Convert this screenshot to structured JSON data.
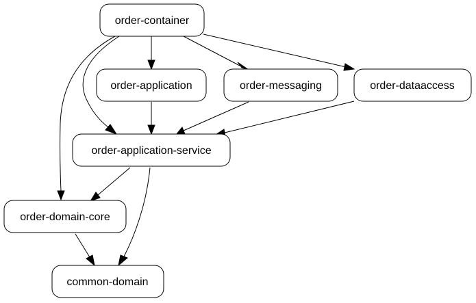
{
  "nodes": {
    "order_container": "order-container",
    "order_application": "order-application",
    "order_messaging": "order-messaging",
    "order_dataaccess": "order-dataaccess",
    "order_application_service": "order-application-service",
    "order_domain_core": "order-domain-core",
    "common_domain": "common-domain"
  },
  "edges": [
    {
      "from": "order-container",
      "to": "order-application"
    },
    {
      "from": "order-container",
      "to": "order-messaging"
    },
    {
      "from": "order-container",
      "to": "order-dataaccess"
    },
    {
      "from": "order-container",
      "to": "order-application-service"
    },
    {
      "from": "order-container",
      "to": "order-domain-core"
    },
    {
      "from": "order-application",
      "to": "order-application-service"
    },
    {
      "from": "order-messaging",
      "to": "order-application-service"
    },
    {
      "from": "order-dataaccess",
      "to": "order-application-service"
    },
    {
      "from": "order-application-service",
      "to": "order-domain-core"
    },
    {
      "from": "order-application-service",
      "to": "common-domain"
    },
    {
      "from": "order-domain-core",
      "to": "common-domain"
    }
  ],
  "colors": {
    "stroke": "#000000",
    "fill": "#ffffff",
    "text": "#000000"
  }
}
